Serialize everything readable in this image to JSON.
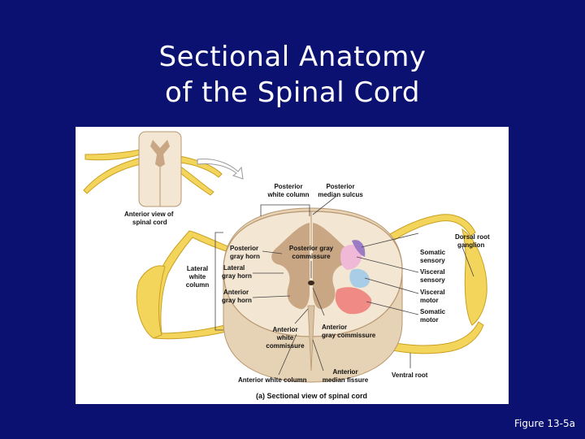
{
  "slide": {
    "title_line1": "Sectional Anatomy",
    "title_line2": "of the Spinal Cord",
    "figure_ref": "Figure 13-5a"
  },
  "figure": {
    "inset_caption": [
      "Anterior view of",
      "spinal cord"
    ],
    "caption": "(a)  Sectional view of spinal cord",
    "labels": {
      "posterior_white_column": [
        "Posterior",
        "white column"
      ],
      "posterior_median_sulcus": [
        "Posterior",
        "median sulcus"
      ],
      "posterior_gray_horn": [
        "Posterior",
        "gray horn"
      ],
      "posterior_gray_commissure": [
        "Posterior gray",
        "commissure"
      ],
      "lateral_white_column": [
        "Lateral",
        "white",
        "column"
      ],
      "lateral_gray_horn": [
        "Lateral",
        "gray horn"
      ],
      "anterior_gray_horn": [
        "Anterior",
        "gray horn"
      ],
      "anterior_white_commissure": [
        "Anterior",
        "white",
        "commissure"
      ],
      "anterior_gray_commissure": [
        "Anterior",
        "gray commissure"
      ],
      "anterior_white_column": [
        "Anterior white column"
      ],
      "anterior_median_fissure": [
        "Anterior",
        "median fissure"
      ],
      "dorsal_root_ganglion": [
        "Dorsal root",
        "ganglion"
      ],
      "somatic_sensory": [
        "Somatic",
        "sensory"
      ],
      "visceral_sensory": [
        "Visceral",
        "sensory"
      ],
      "visceral_motor": [
        "Visceral",
        "motor"
      ],
      "somatic_motor": [
        "Somatic",
        "motor"
      ],
      "ventral_root": [
        "Ventral root"
      ]
    },
    "colors": {
      "white_matter": "#f3e6d2",
      "gray_matter": "#c9a784",
      "section_edge": "#b89770",
      "nerve": "#f4d55c",
      "nerve_edge": "#c9a020",
      "somatic_sensory": "#9b7bc4",
      "visceral_sensory": "#f1b9d8",
      "visceral_motor": "#a9cde6",
      "somatic_motor": "#ef8a85",
      "bracket": "#444444"
    }
  }
}
